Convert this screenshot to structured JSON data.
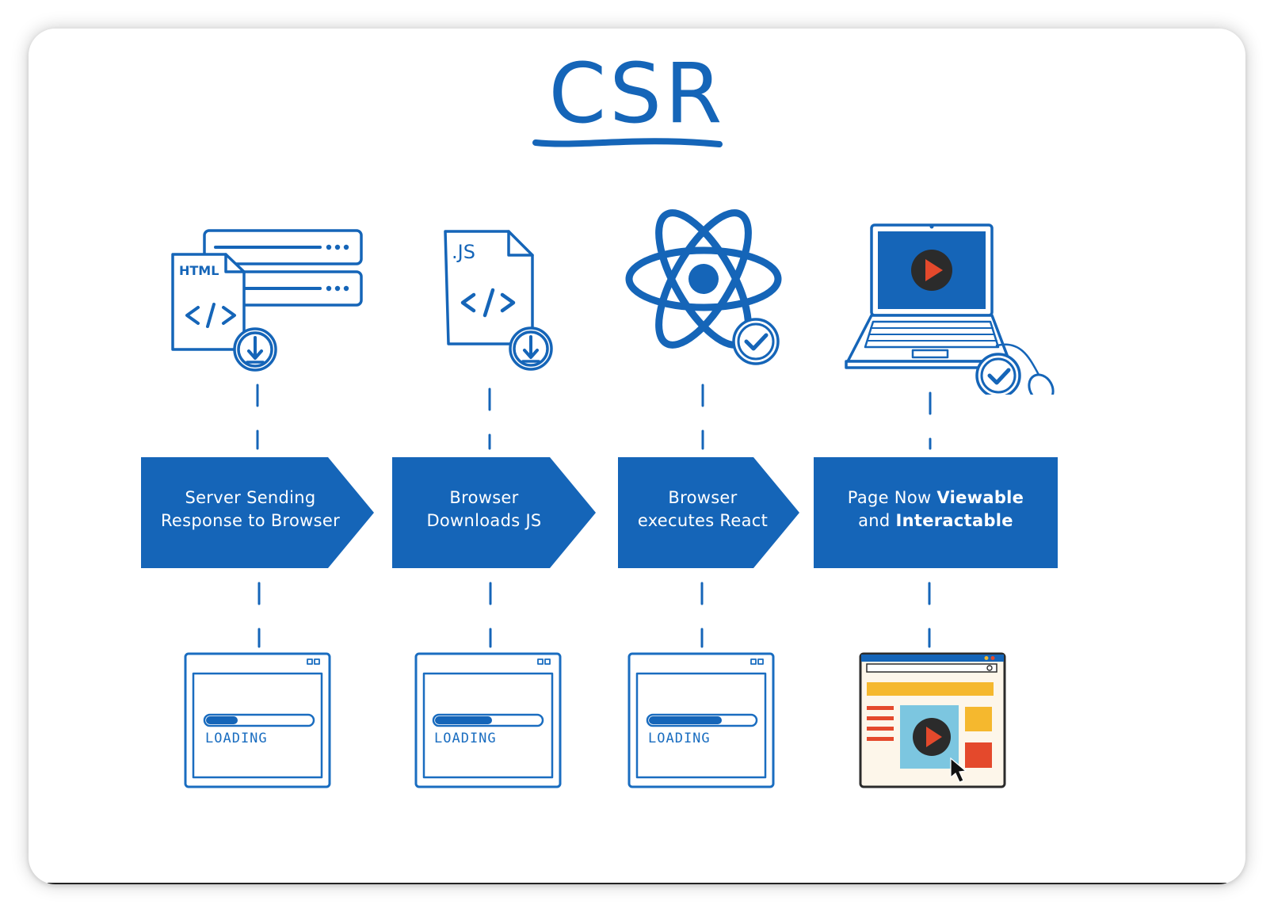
{
  "title": "CSR",
  "colors": {
    "primary_blue": "#1565b8",
    "light_blue": "#7cc6e0",
    "yellow": "#f5b82e",
    "red": "#e4492c",
    "dark": "#2b2b2b",
    "cream": "#fdf6ea"
  },
  "steps": [
    {
      "icon": "html-file-download-icon",
      "icon_label": "HTML",
      "line1": "Server Sending",
      "line2": "Response to Browser",
      "status": "LOADING"
    },
    {
      "icon": "js-file-download-icon",
      "icon_label": ".JS",
      "line1": "Browser",
      "line2": "Downloads JS",
      "status": "LOADING"
    },
    {
      "icon": "react-atom-check-icon",
      "line1": "Browser",
      "line2": "executes React",
      "status": "LOADING"
    },
    {
      "icon": "laptop-video-check-icon",
      "line1_normal": "Page Now ",
      "line1_bold": "Viewable",
      "line2_normal": "and ",
      "line2_bold": "Interactable"
    }
  ]
}
